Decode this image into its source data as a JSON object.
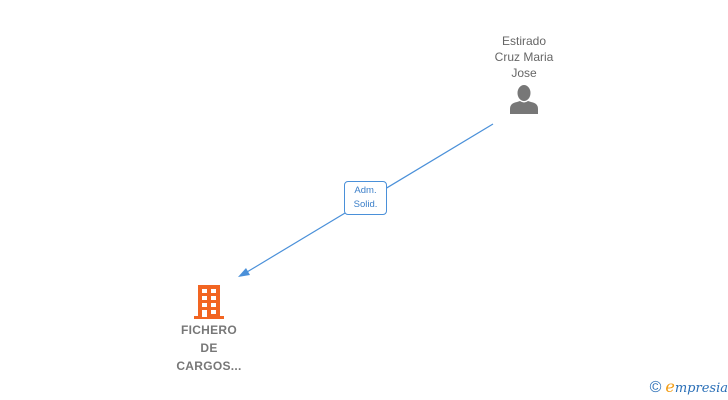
{
  "diagram": {
    "type": "corporate-relationship-graph",
    "nodes": {
      "person": {
        "name_lines": [
          "Estirado",
          "Cruz Maria",
          "Jose"
        ],
        "icon": "person-icon",
        "icon_color": "#777777"
      },
      "company": {
        "name_lines": [
          "FICHERO",
          "DE",
          "CARGOS..."
        ],
        "icon": "building-icon",
        "icon_color": "#f26522"
      }
    },
    "edges": [
      {
        "from": "person",
        "to": "company",
        "label_lines": [
          "Adm.",
          "Solid."
        ],
        "color": "#4a90d9"
      }
    ]
  },
  "footer": {
    "copyright_symbol": "©",
    "brand_first_letter": "e",
    "brand_rest": "mpresia"
  }
}
